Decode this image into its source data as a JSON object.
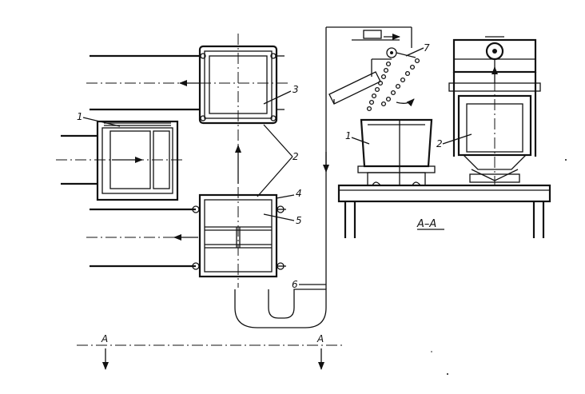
{
  "drawing": {
    "callouts": {
      "c1_left": "1",
      "c2_left": "2",
      "c3": "3",
      "c4": "4",
      "c5": "5",
      "c6": "6",
      "c7": "7",
      "c1_right": "1",
      "c2_right": "2"
    },
    "section": {
      "marker_left": "A",
      "marker_right": "A",
      "view_title": "A–A"
    }
  }
}
